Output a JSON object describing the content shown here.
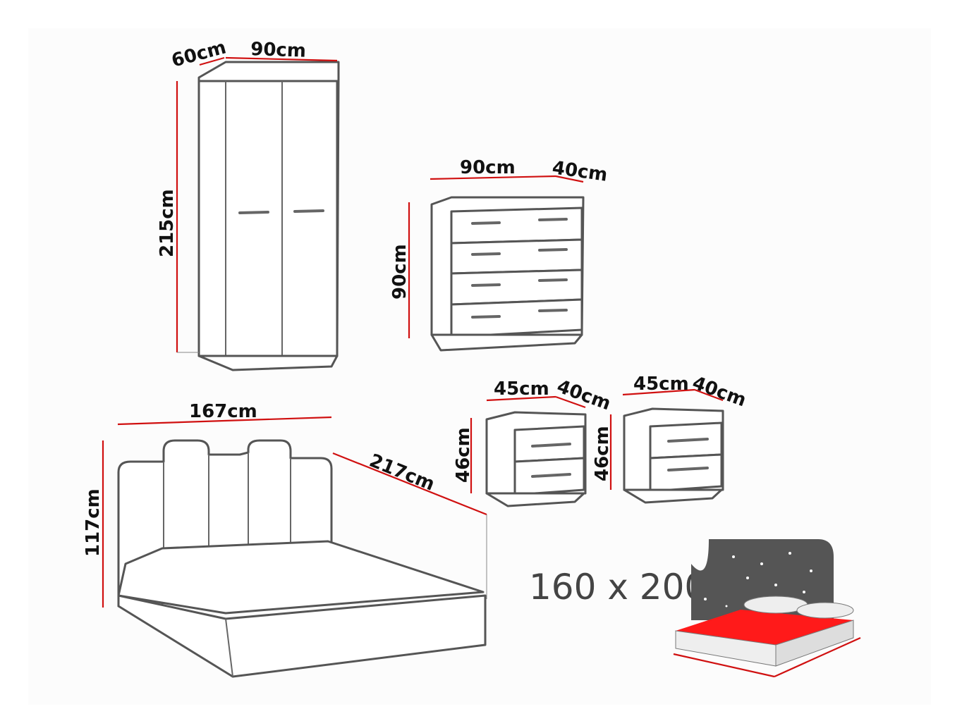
{
  "colors": {
    "dimension_line": "#d01010",
    "outline": "#555555",
    "mattress": "#ff1a1a",
    "night_sky": "#555555"
  },
  "wardrobe": {
    "depth": "60cm",
    "width": "90cm",
    "height": "215cm"
  },
  "dresser": {
    "width": "90cm",
    "depth": "40cm",
    "height": "90cm"
  },
  "nightstand_left": {
    "width": "45cm",
    "depth": "40cm",
    "height": "46cm"
  },
  "nightstand_right": {
    "width": "45cm",
    "depth": "40cm",
    "height": "46cm"
  },
  "bed": {
    "width": "167cm",
    "length": "217cm",
    "height": "117cm"
  },
  "mattress_size": "160 x 200"
}
